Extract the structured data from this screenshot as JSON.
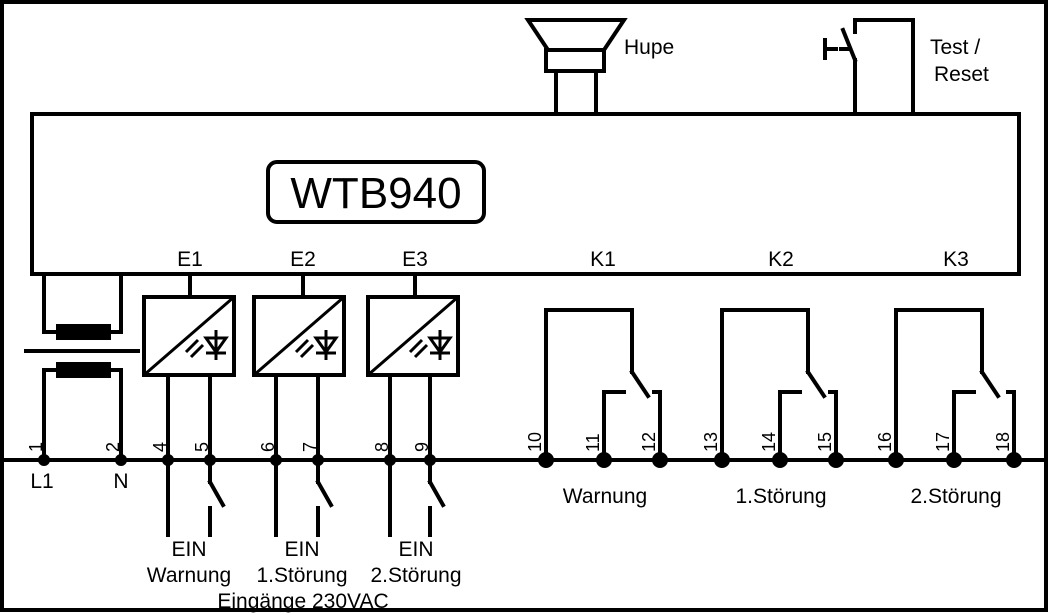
{
  "device": {
    "model": "WTB940",
    "horn_label": "Hupe",
    "test_label_1": "Test /",
    "test_label_2": "Reset"
  },
  "inputs": [
    {
      "label": "E1",
      "desc_1": "EIN",
      "desc_2": "Warnung"
    },
    {
      "label": "E2",
      "desc_1": "EIN",
      "desc_2": "1.Störung"
    },
    {
      "label": "E3",
      "desc_1": "EIN",
      "desc_2": "2.Störung"
    }
  ],
  "inputs_caption": "Eingänge 230VAC",
  "relays": [
    {
      "label": "K1",
      "desc": "Warnung"
    },
    {
      "label": "K2",
      "desc": "1.Störung"
    },
    {
      "label": "K3",
      "desc": "2.Störung"
    }
  ],
  "power": {
    "l1": "L1",
    "n": "N"
  },
  "terminals": [
    "1",
    "2",
    "4",
    "5",
    "6",
    "7",
    "8",
    "9",
    "10",
    "11",
    "12",
    "13",
    "14",
    "15",
    "16",
    "17",
    "18"
  ]
}
